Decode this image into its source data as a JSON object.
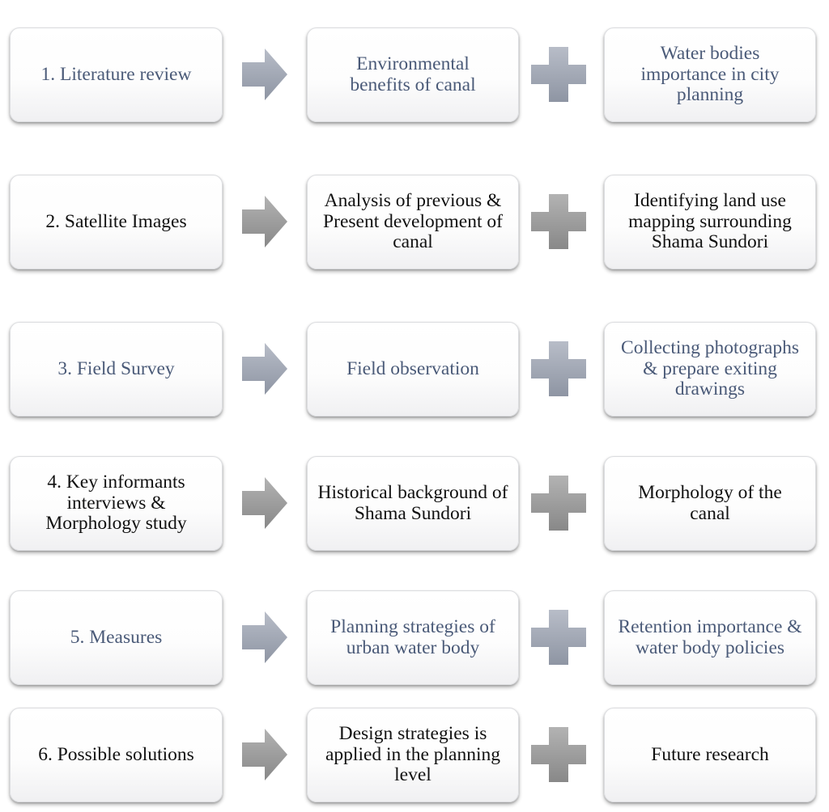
{
  "colors": {
    "text_black": "#111111",
    "text_blue": "#4a5a78",
    "box_border": "#dcdde0",
    "connector_blue_gray": "#a3a9b5",
    "connector_gray": "#9a9a9a"
  },
  "rows": [
    {
      "style": "blue",
      "step": "1. Literature review",
      "middle": "Environmental benefits of canal",
      "right": "Water bodies importance in city planning",
      "arrow_icon": "right-arrow-icon",
      "plus_icon": "plus-icon"
    },
    {
      "style": "black",
      "step": "2. Satellite Images",
      "middle": "Analysis of previous & Present development of canal",
      "right": "Identifying land use mapping surrounding Shama Sundori",
      "arrow_icon": "right-arrow-icon",
      "plus_icon": "plus-icon"
    },
    {
      "style": "blue",
      "step": "3. Field Survey",
      "middle": "Field observation",
      "right": "Collecting photographs & prepare exiting drawings",
      "arrow_icon": "right-arrow-icon",
      "plus_icon": "plus-icon"
    },
    {
      "style": "black",
      "step": "4. Key informants interviews & Morphology study",
      "middle": "Historical background of Shama Sundori",
      "right": "Morphology of the canal",
      "arrow_icon": "right-arrow-icon",
      "plus_icon": "plus-icon"
    },
    {
      "style": "blue",
      "step": "5. Measures",
      "middle": "Planning strategies of urban water body",
      "right": "Retention importance & water body policies",
      "arrow_icon": "right-arrow-icon",
      "plus_icon": "plus-icon"
    },
    {
      "style": "black",
      "step": "6. Possible solutions",
      "middle": "Design strategies is applied in the planning level",
      "right": "Future research",
      "arrow_icon": "right-arrow-icon",
      "plus_icon": "plus-icon"
    }
  ]
}
